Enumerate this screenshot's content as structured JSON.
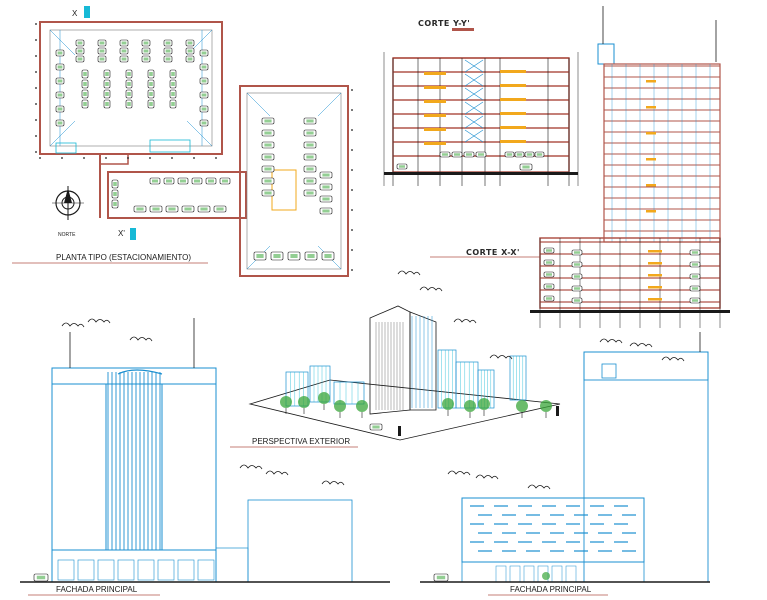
{
  "plan": {
    "title": "PLANTA TIPO (ESTACIONAMIENTO)",
    "north": "NORTE",
    "axis_top": "X",
    "axis_bottom": "X'"
  },
  "sections": {
    "section_y": "CORTE Y-Y'",
    "section_x": "CORTE X-X'"
  },
  "perspective": {
    "title": "PERSPECTIVA EXTERIOR"
  },
  "facades": {
    "left_title": "FACHADA PRINCIPAL",
    "right_title": "FACHADA PRINCIPAL"
  },
  "colors": {
    "wall": "#b0554a",
    "line": "#1a8fd0",
    "cyan": "#17b9d6",
    "ink": "#1a1a1a",
    "green": "#3aa63a",
    "yellow": "#f2a81c",
    "gray": "#7a7a7a"
  }
}
